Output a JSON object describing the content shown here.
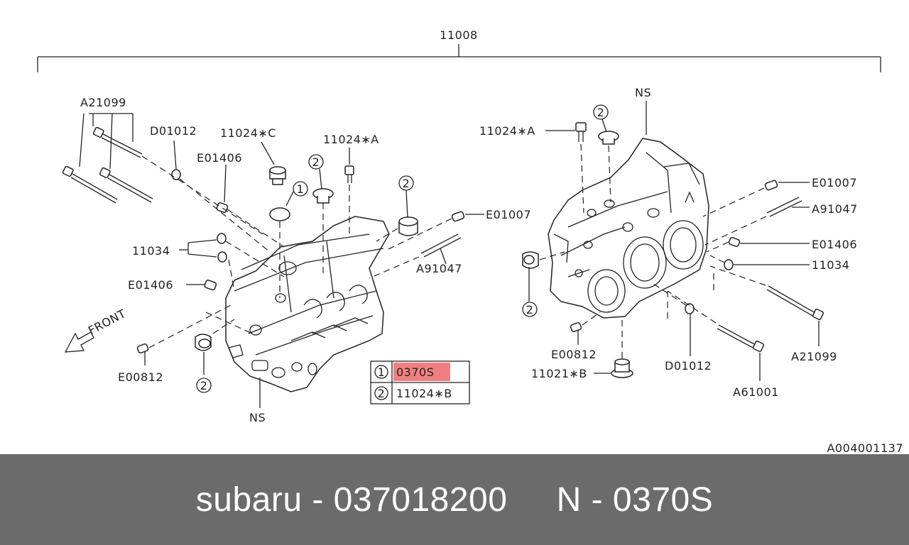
{
  "diagram": {
    "assembly_label": "11008",
    "drawing_code": "A004001137",
    "front_label": "FRONT",
    "left_labels": {
      "a21099": "A21099",
      "d01012": "D01012",
      "p11024c": "11024∗C",
      "e01406_top": "E01406",
      "p11024a": "11024∗A",
      "e01007": "E01007",
      "p11034": "11034",
      "a91047": "A91047",
      "e01406": "E01406",
      "e00812": "E00812",
      "ns": "NS"
    },
    "right_labels": {
      "ns": "NS",
      "p11024a": "11024∗A",
      "e01007": "E01007",
      "a91047": "A91047",
      "e01406": "E01406",
      "p11034": "11034",
      "e00812": "E00812",
      "p11021b": "11021∗B",
      "d01012": "D01012",
      "a21099": "A21099",
      "a61001": "A61001"
    },
    "callouts": {
      "one": "1",
      "two": "2"
    },
    "legend": {
      "rows": [
        {
          "index": "1",
          "part": "0370S",
          "highlighted": true
        },
        {
          "index": "2",
          "part": "11024∗B",
          "highlighted": false
        }
      ],
      "highlight_color": "#f08080"
    }
  },
  "footer": {
    "text": "subaru - 037018200     N - 0370S",
    "background": "#6b6b6b"
  }
}
